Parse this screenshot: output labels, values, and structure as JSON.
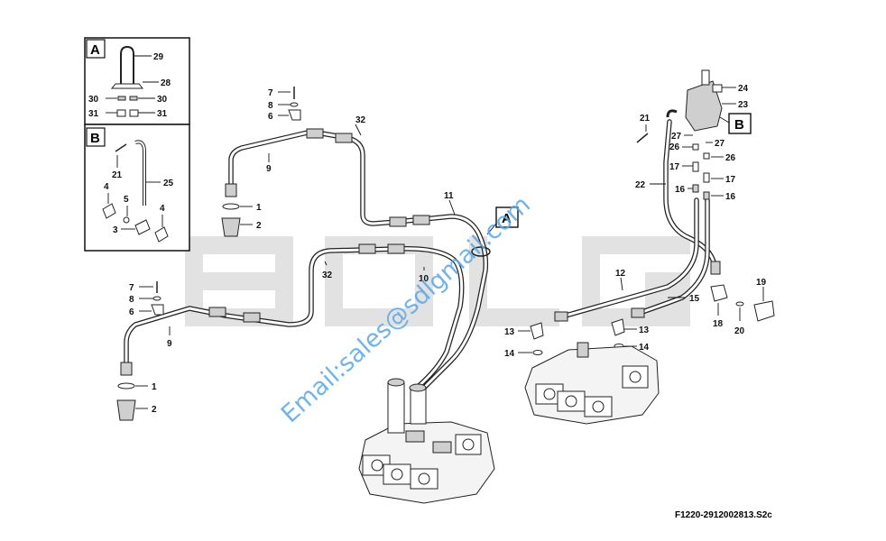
{
  "drawing": {
    "reference_code": "F1220-2912002813.S2c",
    "watermark_text": "SDLG",
    "email_watermark": "Email:sales@sdlgmail.com"
  },
  "detail_views": [
    {
      "id": "A",
      "label": "A",
      "items": [
        "29",
        "28",
        "30",
        "30",
        "31",
        "31"
      ]
    },
    {
      "id": "B",
      "label": "B",
      "items": [
        "21",
        "25",
        "4",
        "5",
        "3",
        "4"
      ]
    }
  ],
  "callout_tags": [
    {
      "id": "A",
      "label": "A"
    },
    {
      "id": "B",
      "label": "B"
    }
  ],
  "part_numbers": {
    "detailA": {
      "29": "29",
      "28": "28",
      "30a": "30",
      "30b": "30",
      "31a": "31",
      "31b": "31"
    },
    "detailB": {
      "21": "21",
      "25": "25",
      "4a": "4",
      "5": "5",
      "3": "3",
      "4b": "4"
    },
    "upperLeft": {
      "7": "7",
      "8": "8",
      "6": "6",
      "32": "32",
      "9": "9",
      "1": "1",
      "2": "2",
      "11": "11"
    },
    "lowerLeft": {
      "7": "7",
      "8": "8",
      "6": "6",
      "32": "32",
      "10": "10",
      "9": "9",
      "1": "1",
      "2": "2"
    },
    "right": {
      "21": "21",
      "24": "24",
      "23": "23",
      "27a": "27",
      "27b": "27",
      "26a": "26",
      "26b": "26",
      "17a": "17",
      "17b": "17",
      "16a": "16",
      "16b": "16",
      "22": "22",
      "12": "12",
      "15": "15",
      "19": "19",
      "18": "18",
      "20": "20",
      "13a": "13",
      "13b": "13",
      "14a": "14",
      "14b": "14"
    }
  },
  "colors": {
    "line": "#222222",
    "watermark_gray": "#e2e2e2",
    "watermark_red": "#f2c9c9",
    "email_blue": "#5aa7e6"
  }
}
